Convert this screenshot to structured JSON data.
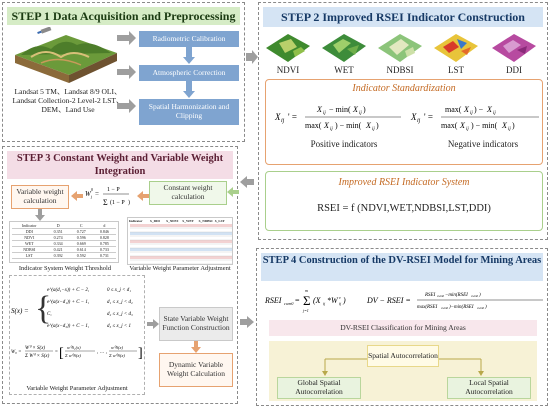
{
  "step1": {
    "title": "STEP 1 Data Acquisition and Preprocessing",
    "data_sources": "Landsat 5 TM、Landsat 8/9 OLI、Landsat Collection-2 Level-2 LST、DEM、Land Use",
    "steps": [
      "Radiometric Calibration",
      "Atmospheric Correction",
      "Spatial Harmonization and Clipping"
    ]
  },
  "step2": {
    "title": "STEP 2 Improved RSEI Indicator Construction",
    "maps": [
      "NDVI",
      "WET",
      "NDBSI",
      "LST",
      "DDI"
    ],
    "standardization_title": "Indicator Standardization",
    "positive_label": "Positive indicators",
    "negative_label": "Negative indicators",
    "system_title": "Improved RSEI Indicator System",
    "system_formula": "RSEI = f (NDVI,WET,NDBSI,LST,DDI)"
  },
  "step3": {
    "title": "STEP 3 Constant Weight and Variable Weight Integration",
    "variable_weight": "Variable weight calculation",
    "constant_weight": "Constant weight calculation",
    "threshold_caption": "Indicator System Weight Threshold",
    "adjustment_caption": "Variable Weight Parameter Adjustment",
    "parameter_caption": "Variable Weight Parameter Adjustment",
    "state_function": "State Variable Weight Function Construction",
    "dynamic_calc": "Dynamic Variable Weight Calculation",
    "threshold_table": {
      "headers": [
        "Indicator",
        "D",
        "C",
        "d"
      ],
      "rows": [
        [
          "DDI",
          "0.351",
          "0.727",
          "0.846"
        ],
        [
          "NDVI",
          "0.274",
          "0.596",
          "0.828"
        ],
        [
          "WET",
          "0.334",
          "0.669",
          "0.785"
        ],
        [
          "NDBSI",
          "0.421",
          "0.614",
          "0.733"
        ],
        [
          "LST",
          "0.392",
          "0.592",
          "0.731"
        ]
      ]
    },
    "param_table_headers": [
      "Indicator",
      "S_DDI",
      "S_NDVI",
      "S_WET",
      "S_NDBSI",
      "S_LST"
    ]
  },
  "step4": {
    "title": "STEP 4 Construction of the DV-RSEI Model for Mining Areas",
    "classification": "DV-RSEI Classification for Mining Areas",
    "spatial": "Spatial Autocorrelation",
    "global": "Global Spatial Autocorrelation",
    "local": "Local Spatial Autocorrelation"
  },
  "colors": {
    "step1_title_bg": "#d6ecc6",
    "step2_title_bg": "#d5e4f4",
    "step3_title_bg": "#f4dde6",
    "step4_title_bg": "#d5e4f4",
    "process_box": "#7fa4d0",
    "arrow_gray": "#9e9e9e",
    "highlight_orange": "#c46a23"
  }
}
